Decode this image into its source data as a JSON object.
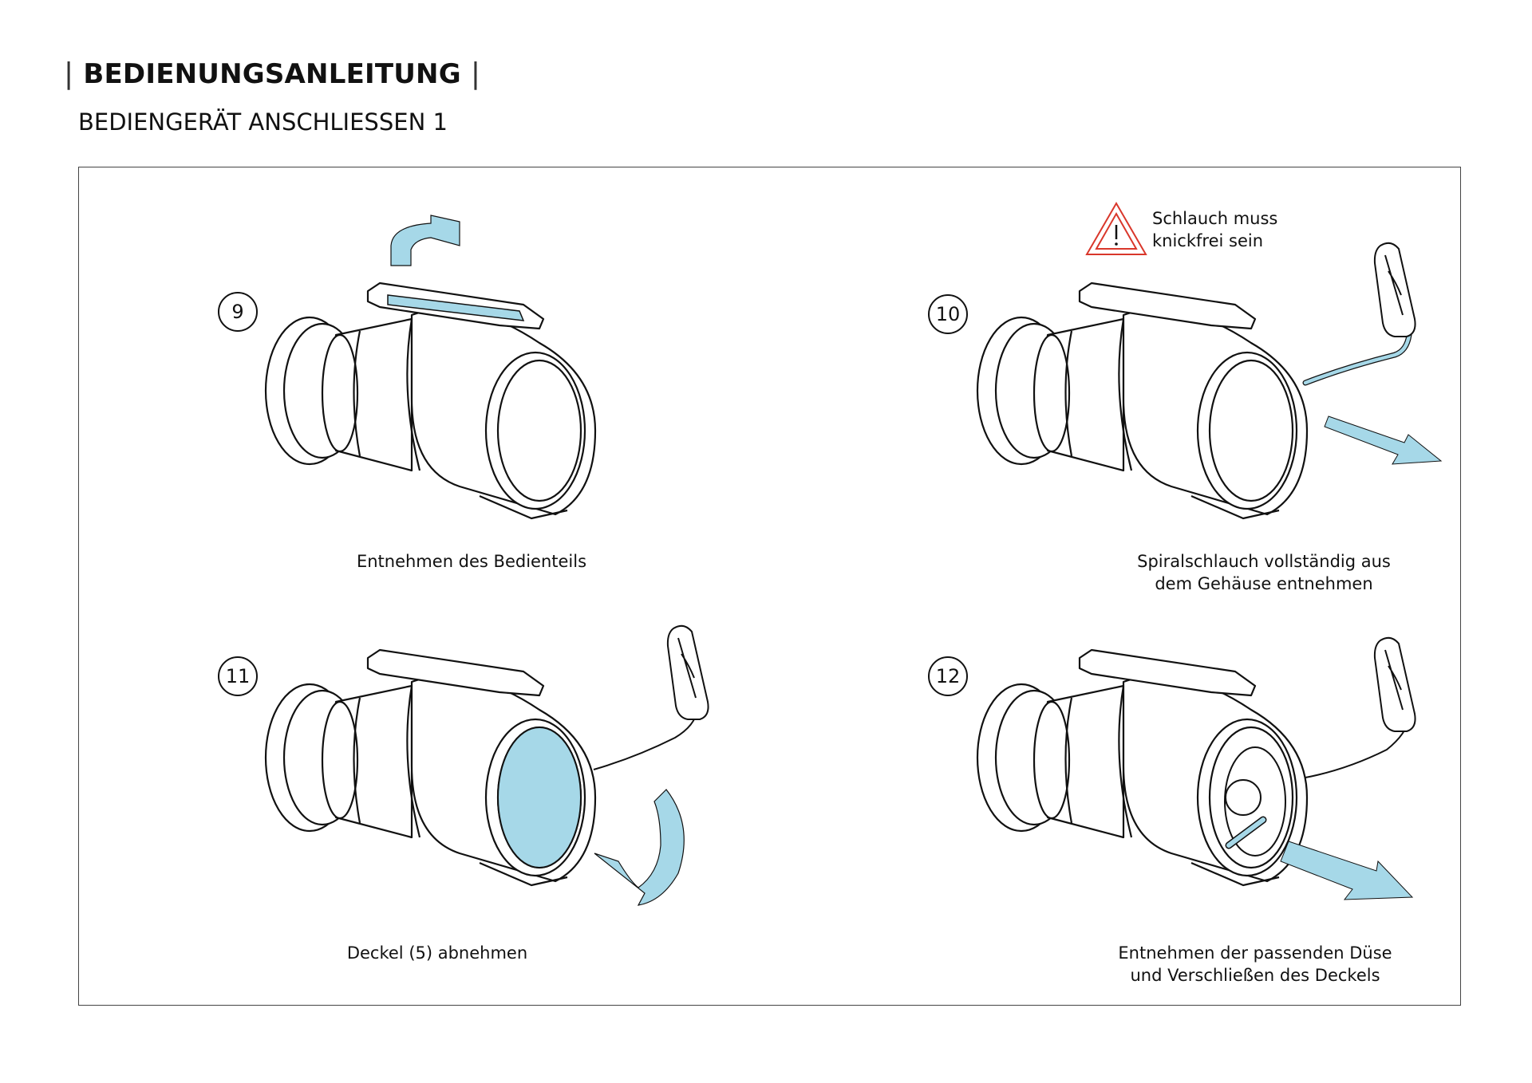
{
  "header": {
    "title": "BEDIENUNGSANLEITUNG",
    "separator": "|",
    "subtitle": "BEDIENGERÄT ANSCHLIESSEN 1"
  },
  "warning": {
    "icon": "warning-triangle-icon",
    "line1": "Schlauch muss",
    "line2": "knickfrei sein",
    "color": "#d9372b"
  },
  "accent_color": "#a6d8e8",
  "steps": [
    {
      "number": "9",
      "caption": [
        "Entnehmen des Bedienteils"
      ]
    },
    {
      "number": "10",
      "caption": [
        "Spiralschlauch vollständig aus",
        "dem Gehäuse entnehmen"
      ]
    },
    {
      "number": "11",
      "caption": [
        "Deckel (5) abnehmen"
      ]
    },
    {
      "number": "12",
      "caption": [
        "Entnehmen der passenden Düse",
        "und Verschließen des Deckels"
      ]
    }
  ]
}
